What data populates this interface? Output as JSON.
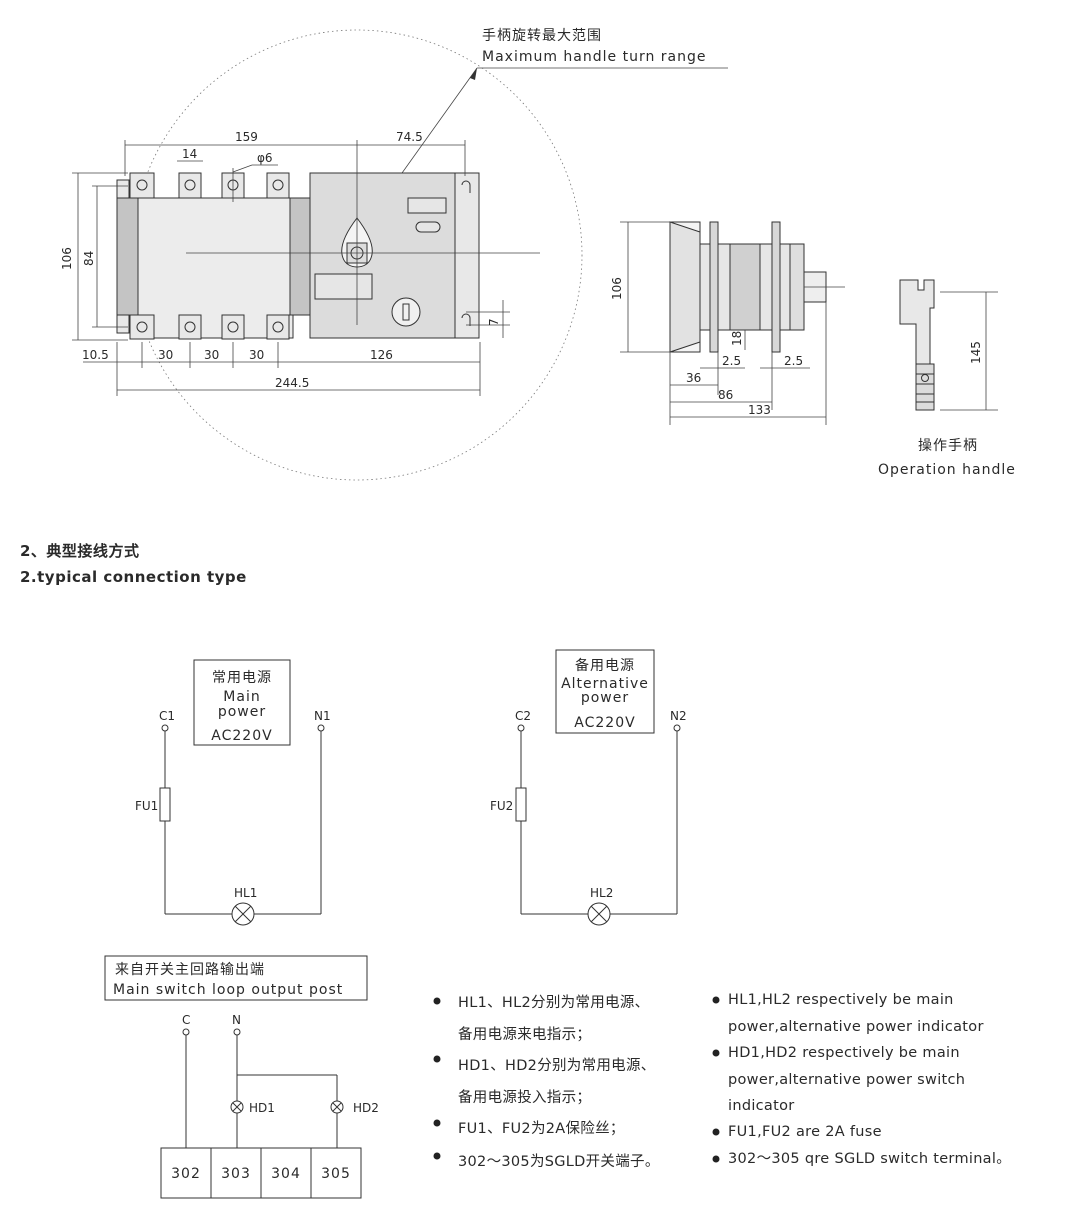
{
  "top": {
    "turn_range_cn": "手柄旋转最大范围",
    "turn_range_en": "Maximum handle  turn range",
    "dims_front": {
      "d159": "159",
      "d74_5": "74.5",
      "d14": "14",
      "phi6": "φ6",
      "d106": "106",
      "d84": "84",
      "d7": "7",
      "d10_5": "10.5",
      "d30a": "30",
      "d30b": "30",
      "d30c": "30",
      "d126": "126",
      "d244_5": "244.5"
    },
    "dims_side": {
      "d106": "106",
      "d18": "18",
      "d2_5a": "2.5",
      "d2_5b": "2.5",
      "d36": "36",
      "d86": "86",
      "d133": "133"
    },
    "handle": {
      "d145": "145",
      "label_cn": "操作手柄",
      "label_en": "Operation handle"
    }
  },
  "section": {
    "title_cn": "2、典型接线方式",
    "title_en": "2.typical connection type"
  },
  "circuit1": {
    "box_cn": "常用电源",
    "box_en1": "Main",
    "box_en2": "power",
    "box_v": "AC220V",
    "c": "C1",
    "n": "N1",
    "fuse": "FU1",
    "lamp": "HL1"
  },
  "circuit2": {
    "box_cn": "备用电源",
    "box_en1": "Alternative",
    "box_en2": "power",
    "box_v": "AC220V",
    "c": "C2",
    "n": "N2",
    "fuse": "FU2",
    "lamp": "HL2"
  },
  "circuit3": {
    "box_cn": "来自开关主回路输出端",
    "box_en": "Main switch loop output post",
    "c": "C",
    "n": "N",
    "hd1": "HD1",
    "hd2": "HD2",
    "terminals": [
      "302",
      "303",
      "304",
      "305"
    ]
  },
  "notes_cn": [
    "HL1、HL2分别为常用电源、",
    "备用电源来电指示；",
    "HD1、HD2分别为常用电源、",
    "备用电源投入指示；",
    "FU1、FU2为2A保险丝；",
    "302～305为SGLD开关端子。"
  ],
  "notes_en": [
    "HL1,HL2 respectively be main",
    "power,alternative power indicator",
    "HD1,HD2 respectively be main",
    "power,alternative power switch",
    "indicator",
    "FU1,FU2 are 2A fuse",
    "302～305 qre SGLD switch terminal。"
  ]
}
